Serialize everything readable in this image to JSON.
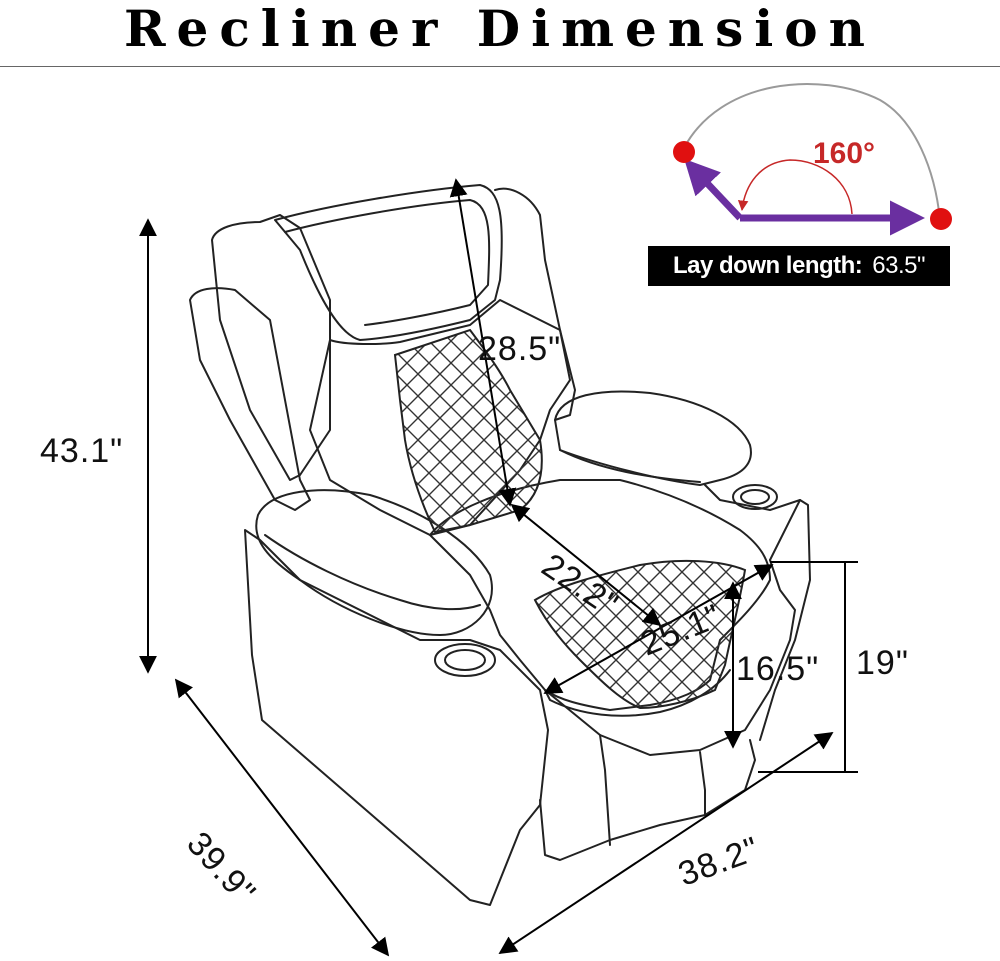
{
  "title": "Recliner Dimension",
  "recline": {
    "angle_label": "160°",
    "lay_down_label": "Lay down length:",
    "lay_down_value": "63.5\""
  },
  "measurements": {
    "overall_height": "43.1\"",
    "back_height": "28.5\"",
    "seat_depth": "22.2\"",
    "seat_width": "25.1\"",
    "seat_height": "16.5\"",
    "arm_height": "19\"",
    "overall_depth": "39.9\"",
    "overall_width": "38.2\""
  },
  "colors": {
    "arrow": "#000000",
    "recline_arrow": "#6a2fa0",
    "recline_dot": "#e01010",
    "angle_text": "#c62828",
    "outline": "#222222"
  }
}
